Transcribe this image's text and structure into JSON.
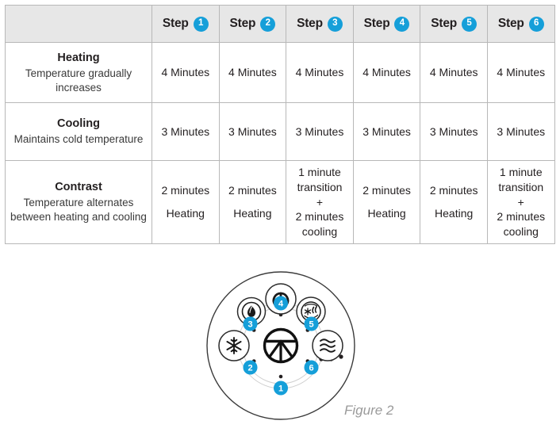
{
  "table": {
    "header": {
      "corner_label": "",
      "steps": [
        {
          "label": "Step",
          "number": "1"
        },
        {
          "label": "Step",
          "number": "2"
        },
        {
          "label": "Step",
          "number": "3"
        },
        {
          "label": "Step",
          "number": "4"
        },
        {
          "label": "Step",
          "number": "5"
        },
        {
          "label": "Step",
          "number": "6"
        }
      ]
    },
    "rows": [
      {
        "title": "Heating",
        "desc": "Temperature gradually increases",
        "cells": [
          {
            "line1": "4 Minutes"
          },
          {
            "line1": "4 Minutes"
          },
          {
            "line1": "4 Minutes"
          },
          {
            "line1": "4 Minutes"
          },
          {
            "line1": "4 Minutes"
          },
          {
            "line1": "4 Minutes"
          }
        ]
      },
      {
        "title": "Cooling",
        "desc": "Maintains cold temperature",
        "cells": [
          {
            "line1": "3 Minutes"
          },
          {
            "line1": "3 Minutes"
          },
          {
            "line1": "3 Minutes"
          },
          {
            "line1": "3 Minutes"
          },
          {
            "line1": "3 Minutes"
          },
          {
            "line1": "3 Minutes"
          }
        ]
      },
      {
        "title": "Contrast",
        "desc": "Temperature alternates between heating and cooling",
        "cells": [
          {
            "line1": "2 minutes",
            "line2": "Heating"
          },
          {
            "line1": "2 minutes",
            "line2": "Heating"
          },
          {
            "line1": "1 minute",
            "line2": "transition",
            "line3": "+",
            "line4": "2 minutes",
            "line5": "cooling"
          },
          {
            "line1": "2 minutes",
            "line2": "Heating"
          },
          {
            "line1": "2 minutes",
            "line2": "Heating"
          },
          {
            "line1": "1 minute",
            "line2": "transition",
            "line3": "+",
            "line4": "2 minutes",
            "line5": "cooling"
          }
        ]
      }
    ]
  },
  "figure": {
    "caption": "Figure 2",
    "dial": {
      "buttons": [
        {
          "name": "heat-flame-icon",
          "position": "upper-left"
        },
        {
          "name": "power-icon",
          "position": "top-center"
        },
        {
          "name": "contrast-icon",
          "position": "upper-right"
        },
        {
          "name": "snowflake-icon",
          "position": "left"
        },
        {
          "name": "waves-icon",
          "position": "right"
        }
      ],
      "markers": [
        "4",
        "3",
        "5",
        "2",
        "6",
        "1"
      ],
      "center_logo": "brand-logo"
    }
  },
  "colors": {
    "accent_blue": "#159fd9",
    "header_gray": "#e7e7e7",
    "border_gray": "#b8b8b8",
    "text_dark": "#231f20",
    "caption_gray": "#9a9a9a"
  }
}
